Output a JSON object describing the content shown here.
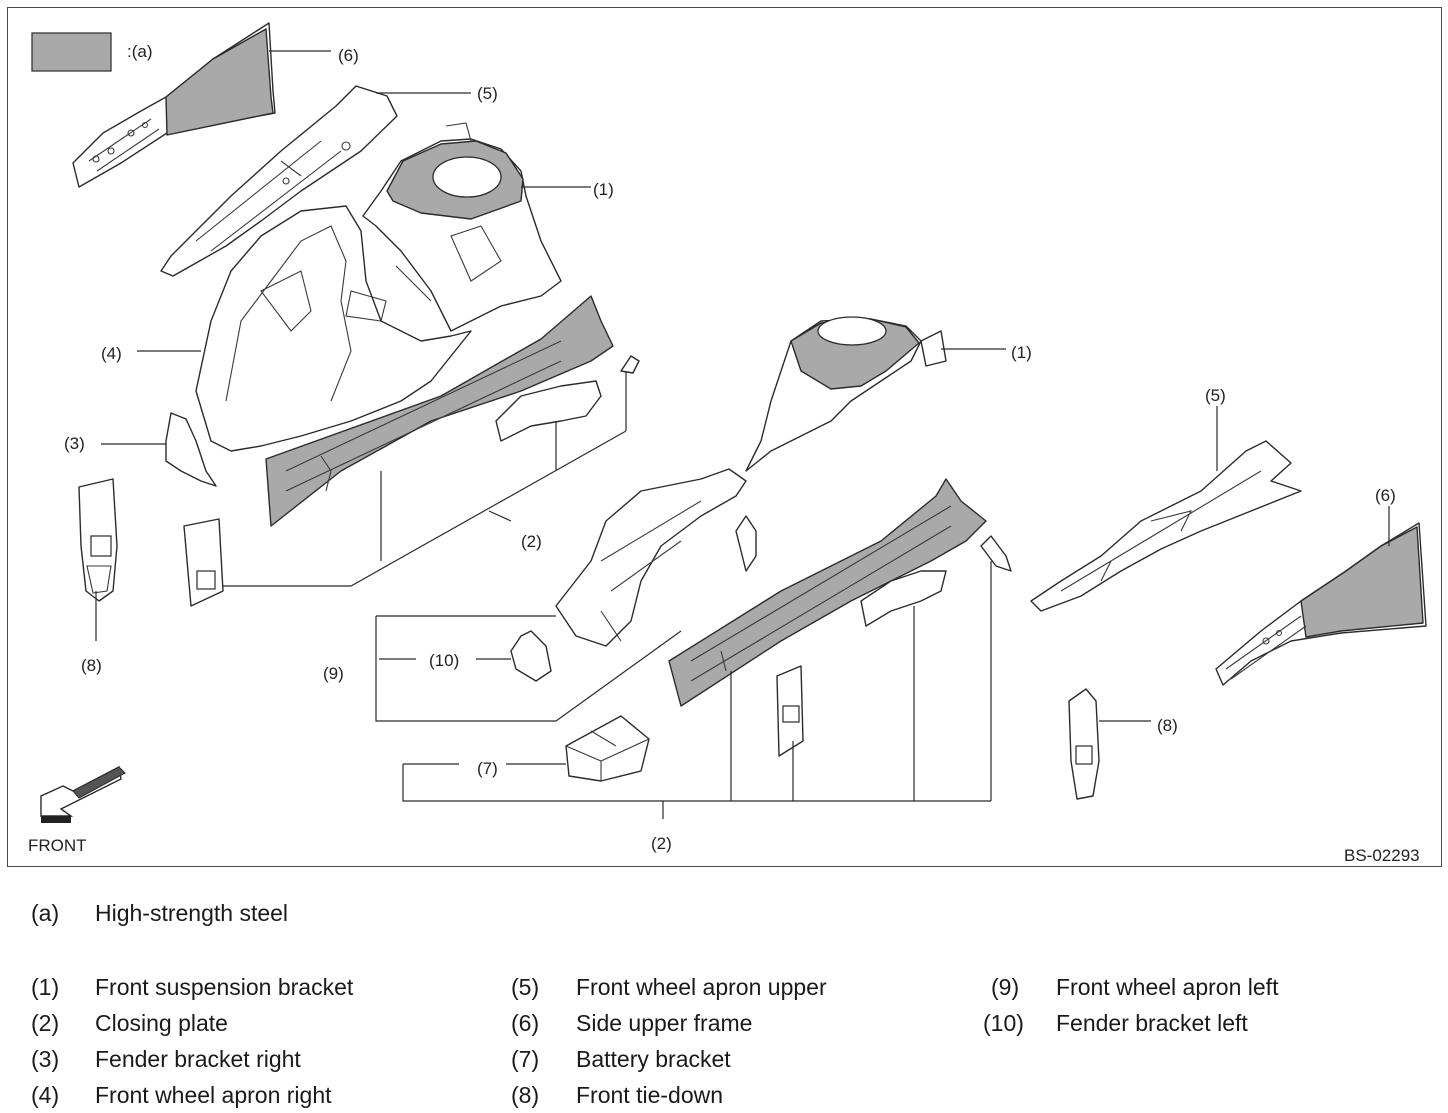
{
  "diagram": {
    "key_label": ":(a)",
    "front_label": "FRONT",
    "code": "BS-02293",
    "callouts": {
      "c1a": "(1)",
      "c1b": "(1)",
      "c2a": "(2)",
      "c2b": "(2)",
      "c3": "(3)",
      "c4": "(4)",
      "c5a": "(5)",
      "c5b": "(5)",
      "c6a": "(6)",
      "c6b": "(6)",
      "c7": "(7)",
      "c8a": "(8)",
      "c8b": "(8)",
      "c9": "(9)",
      "c10": "(10)"
    },
    "colors": {
      "high_strength_fill": "#a9a9a9",
      "line": "#2b2b2b"
    }
  },
  "legend": {
    "a": {
      "num": "(a)",
      "text": "High-strength steel"
    },
    "items": [
      {
        "num": "(1)",
        "text": "Front suspension bracket"
      },
      {
        "num": "(2)",
        "text": "Closing plate"
      },
      {
        "num": "(3)",
        "text": "Fender bracket right"
      },
      {
        "num": "(4)",
        "text": "Front wheel apron right"
      },
      {
        "num": "(5)",
        "text": "Front wheel apron upper"
      },
      {
        "num": "(6)",
        "text": "Side upper frame"
      },
      {
        "num": "(7)",
        "text": "Battery bracket"
      },
      {
        "num": "(8)",
        "text": "Front tie-down"
      },
      {
        "num": "(9)",
        "text": "Front wheel apron left"
      },
      {
        "num": "(10)",
        "text": "Fender bracket left"
      }
    ]
  }
}
